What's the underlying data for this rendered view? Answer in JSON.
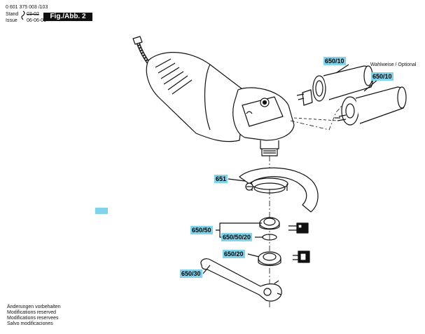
{
  "header": {
    "doc_number": "0 601 375 003 /103",
    "stand_label": "Stand",
    "issue_label": "Issue",
    "old_date": "03-02",
    "new_date": "06-06-06",
    "figure_label": "Fig./Abb. 2"
  },
  "optional_label": "Wahlweise / Optional",
  "callouts": {
    "handle_a": "650/10",
    "handle_b": "650/10",
    "guard": "651",
    "flange_left": "650/50",
    "flange_right": "650/50/20",
    "nut": "650/20",
    "spanner": "650/30"
  },
  "footer": [
    "Änderungen vorbehalten",
    "Modifications reserved",
    "Modifications reservees",
    "Salvo modificaciones"
  ]
}
